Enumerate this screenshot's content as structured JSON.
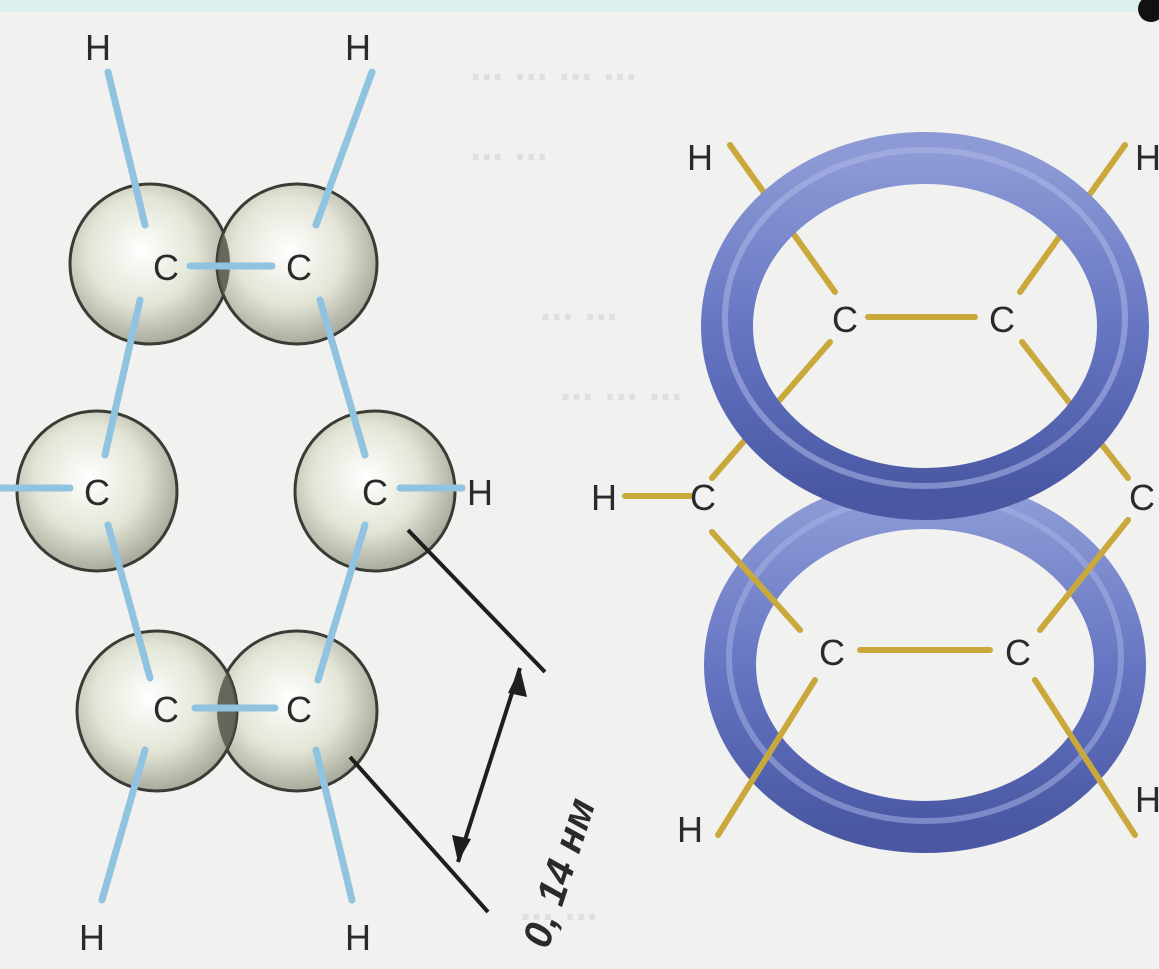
{
  "left_model": {
    "carbon_label": "C",
    "hydrogen_label": "H",
    "bond_length_label": "0, 14 нм"
  },
  "right_model": {
    "carbon_label": "C",
    "hydrogen_label": "H"
  },
  "colors": {
    "sphere_fill": "#d7dacb",
    "sphere_outline": "#3b3b35",
    "sigma_bond_blue": "#8fc3df",
    "bond_gold": "#c9a83c",
    "pi_cloud": "#6f7fc6",
    "top_strip": "#dcefee"
  }
}
